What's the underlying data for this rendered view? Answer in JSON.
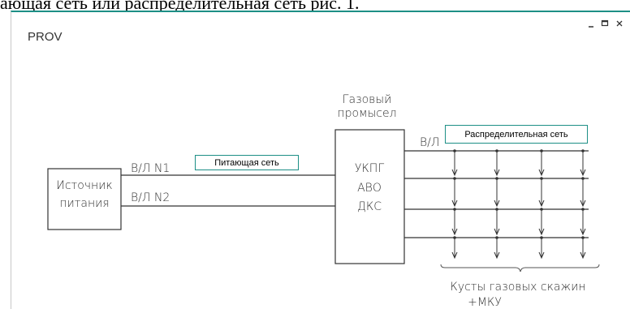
{
  "document": {
    "caption": "ающая сеть или распределительная сеть рис. 1."
  },
  "window": {
    "title": "PROV",
    "controls": {
      "minimize_icon": "minimize-icon",
      "maximize_icon": "maximize-icon",
      "close_icon": "close-icon"
    },
    "accent_color": "#1d8f86"
  },
  "diagram": {
    "source_label": [
      "Источник",
      "питания"
    ],
    "line1_label": "В/Л N1",
    "line2_label": "В/Л N2",
    "supply_network_label": "Питающая сеть",
    "field_title": [
      "Газовый",
      "промысел"
    ],
    "facility_label": [
      "УКПГ",
      "АВО",
      "ДКС"
    ],
    "outlet_line_label": "В/Л",
    "distribution_network_label": "Распределительная сеть",
    "wells_caption": [
      "Кусты газовых скажин",
      "+МКУ"
    ]
  }
}
